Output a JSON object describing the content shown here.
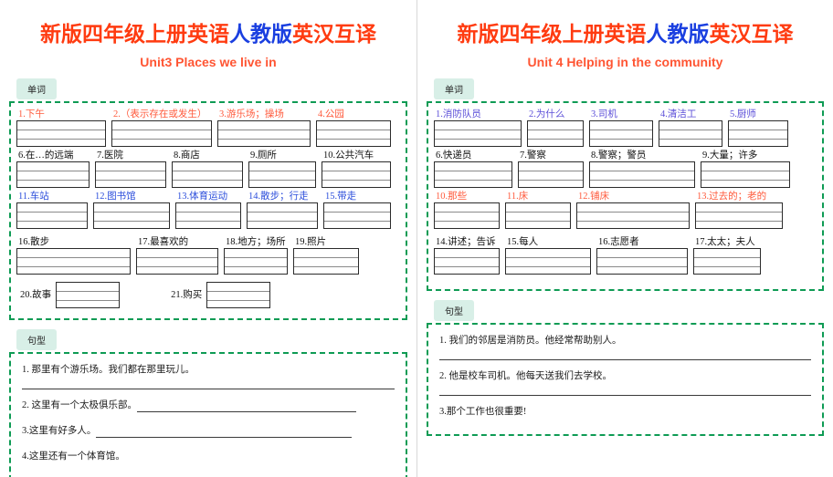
{
  "columns": [
    {
      "title_part1": "新版四年级上册英语",
      "title_part2": "人教版",
      "title_part3": "英汉互译",
      "subtitle": "Unit3 Places we live in",
      "words_badge": "单词",
      "sentences_badge": "句型",
      "word_rows": [
        {
          "color": "red",
          "cells": [
            {
              "label": "1.下午",
              "width": 98
            },
            {
              "label": "2.（表示存在或发生）",
              "width": 110
            },
            {
              "label": "3.游乐场；操场",
              "width": 102
            },
            {
              "label": "4.公园",
              "width": 82
            }
          ]
        },
        {
          "color": "black",
          "cells": [
            {
              "label": "6.在…的远端",
              "width": 80
            },
            {
              "label": "7.医院",
              "width": 78
            },
            {
              "label": "8.商店",
              "width": 78
            },
            {
              "label": "9.厕所",
              "width": 74
            },
            {
              "label": "10.公共汽车",
              "width": 76
            }
          ]
        },
        {
          "color": "blue",
          "cells": [
            {
              "label": "11.车站",
              "width": 78
            },
            {
              "label": "12.图书馆",
              "width": 84
            },
            {
              "label": "13.体育运动",
              "width": 72
            },
            {
              "label": "14.散步；行走",
              "width": 78
            },
            {
              "label": "15.带走",
              "width": 74
            }
          ]
        },
        {
          "color": "black",
          "cells": [
            {
              "label": "16.散步",
              "width": 125
            },
            {
              "label": "17.最喜欢的",
              "width": 90
            },
            {
              "label": "18.地方；场所",
              "width": 70
            },
            {
              "label": "19.照片",
              "width": 72
            }
          ]
        }
      ],
      "word_rows_inline": [
        {
          "color": "black",
          "cells": [
            {
              "label": "20.故事",
              "width": 70
            },
            {
              "label": "21.购买",
              "width": 70
            }
          ]
        }
      ],
      "sentences": [
        {
          "text": "1. 那里有个游乐场。我们都在那里玩儿。",
          "rule": "full"
        },
        {
          "text": "2. 这里有一个太极俱乐部。",
          "rule": "inline",
          "rule_width": 240
        },
        {
          "text": "3.这里有好多人。",
          "rule": "inline",
          "rule_width": 280
        },
        {
          "text": "4.这里还有一个体育馆。",
          "rule": "none"
        }
      ]
    },
    {
      "title_part1": "新版四年级上册英语",
      "title_part2": "人教版",
      "title_part3": "英汉互译",
      "subtitle": "Unit 4 Helping in the community",
      "words_badge": "单词",
      "sentences_badge": "句型",
      "word_rows": [
        {
          "color": "purple",
          "cells": [
            {
              "label": "1.消防队员",
              "width": 96
            },
            {
              "label": "2.为什么",
              "width": 62
            },
            {
              "label": "3.司机",
              "width": 70
            },
            {
              "label": "4.清洁工",
              "width": 70
            },
            {
              "label": "5.厨师",
              "width": 66
            }
          ]
        },
        {
          "color": "black",
          "cells": [
            {
              "label": "6.快递员",
              "width": 86
            },
            {
              "label": "7.警察",
              "width": 72
            },
            {
              "label": "8.警察；警员",
              "width": 116
            },
            {
              "label": "9.大量；许多",
              "width": 98
            }
          ]
        },
        {
          "color": "red",
          "cells": [
            {
              "label": "10.那些",
              "width": 72
            },
            {
              "label": "11.床",
              "width": 72
            },
            {
              "label": "12.铺床",
              "width": 124
            },
            {
              "label": "13.过去的；老的",
              "width": 96
            }
          ]
        },
        {
          "color": "black",
          "cells": [
            {
              "label": "14.讲述；告诉",
              "width": 72
            },
            {
              "label": "15.每人",
              "width": 94
            },
            {
              "label": "16.志愿者",
              "width": 100
            },
            {
              "label": "17.太太；夫人",
              "width": 74
            }
          ]
        }
      ],
      "word_rows_inline": [],
      "sentences": [
        {
          "text": "1. 我们的邻居是消防员。他经常帮助别人。",
          "rule": "full"
        },
        {
          "text": "2. 他是校车司机。他每天送我们去学校。",
          "rule": "full"
        },
        {
          "text": "3.那个工作也很重要!",
          "rule": "none"
        }
      ]
    }
  ]
}
